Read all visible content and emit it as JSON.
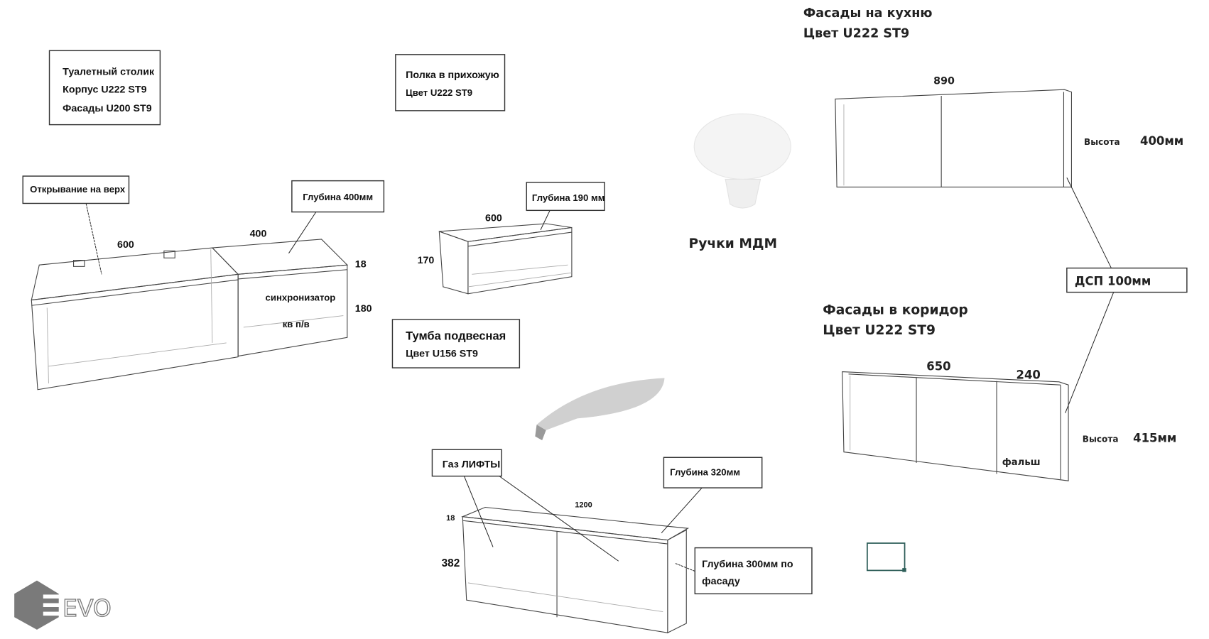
{
  "vanity": {
    "info": [
      "Туалетный столик",
      "Корпус U222 ST9",
      "Фасады U200 ST9"
    ],
    "opening_note": "Открывание на верх",
    "depth_note": "Глубина 400мм",
    "dim_width_left": "600",
    "dim_width_right": "400",
    "dim_top": "18",
    "dim_height": "180",
    "sync_note": "синхронизатор",
    "sync_note2": "кв п/в"
  },
  "shelf": {
    "info": [
      "Полка в прихожую",
      "Цвет U222 ST9"
    ],
    "depth_note": "Глубина 190 мм",
    "dim_width": "600",
    "dim_height": "170"
  },
  "hanging_cabinet": {
    "info": [
      "Тумба подвесная",
      "Цвет U156 ST9"
    ],
    "gas_note": "Газ ЛИФТЫ",
    "depth_note": "Глубина 320мм",
    "facade_depth_note": [
      "Глубина 300мм по",
      "фасаду"
    ],
    "dim_width": "1200",
    "dim_top": "18",
    "dim_height": "382"
  },
  "handles": {
    "label": "Ручки МДМ"
  },
  "kitchen_facades": {
    "title": "Фасады на кухню",
    "color": "Цвет U222 ST9",
    "dim_width": "890",
    "height_prefix": "Высота",
    "height_value": "400мм"
  },
  "chipboard_note": "ДСП 100мм",
  "corridor_facades": {
    "title": "Фасады в коридор",
    "color": "Цвет U222 ST9",
    "dim_width_1": "650",
    "dim_width_2": "240",
    "false_panel": "фальш",
    "height_prefix": "Высота",
    "height_value": "415мм"
  },
  "logo": {
    "text": "EVO",
    "color": "#7a7a7a"
  },
  "colors": {
    "outline": "#333333",
    "selection": "#2f5f5a"
  }
}
